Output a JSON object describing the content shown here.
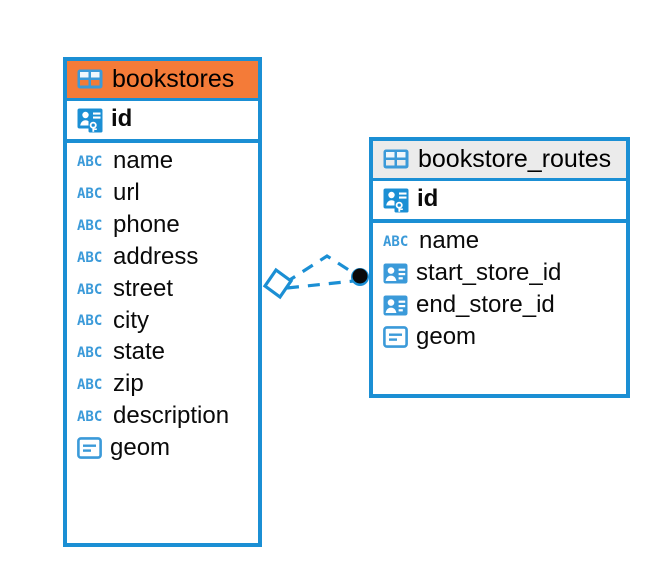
{
  "diagram": {
    "type": "entity-relationship-diagram",
    "background": "#ffffff",
    "accent_color": "#1b8fd4",
    "highlight_color": "#f47b38",
    "neutral_header_color": "#ebebeb"
  },
  "entities": [
    {
      "id": "bookstores",
      "title": "bookstores",
      "header_style": "highlighted",
      "header_color": "#f47b38",
      "border_color": "#1b8fd4",
      "table_icon": "table-icon",
      "primary_key": {
        "name": "id",
        "icon": "primary-key-icon"
      },
      "fields": [
        {
          "name": "name",
          "icon": "text-type-icon",
          "icon_label": "ABC"
        },
        {
          "name": "url",
          "icon": "text-type-icon",
          "icon_label": "ABC"
        },
        {
          "name": "phone",
          "icon": "text-type-icon",
          "icon_label": "ABC"
        },
        {
          "name": "address",
          "icon": "text-type-icon",
          "icon_label": "ABC"
        },
        {
          "name": "street",
          "icon": "text-type-icon",
          "icon_label": "ABC"
        },
        {
          "name": "city",
          "icon": "text-type-icon",
          "icon_label": "ABC"
        },
        {
          "name": "state",
          "icon": "text-type-icon",
          "icon_label": "ABC"
        },
        {
          "name": "zip",
          "icon": "text-type-icon",
          "icon_label": "ABC"
        },
        {
          "name": "description",
          "icon": "text-type-icon",
          "icon_label": "ABC"
        },
        {
          "name": "geom",
          "icon": "geometry-type-icon",
          "icon_label": ""
        }
      ]
    },
    {
      "id": "bookstore_routes",
      "title": "bookstore_routes",
      "header_style": "neutral",
      "header_color": "#ebebeb",
      "border_color": "#1b8fd4",
      "table_icon": "table-icon",
      "primary_key": {
        "name": "id",
        "icon": "primary-key-icon"
      },
      "fields": [
        {
          "name": "name",
          "icon": "text-type-icon",
          "icon_label": "ABC"
        },
        {
          "name": "start_store_id",
          "icon": "foreign-key-icon",
          "icon_label": ""
        },
        {
          "name": "end_store_id",
          "icon": "foreign-key-icon",
          "icon_label": ""
        },
        {
          "name": "geom",
          "icon": "geometry-type-icon",
          "icon_label": ""
        }
      ]
    }
  ],
  "relationship": {
    "from_entity": "bookstores",
    "to_entity": "bookstore_routes",
    "line_style": "dashed",
    "line_color": "#1b8fd4",
    "source_marker": "open-diamond",
    "target_marker": "filled-circle",
    "target_marker_color": "#0a0a0a",
    "branch_count": 2
  }
}
